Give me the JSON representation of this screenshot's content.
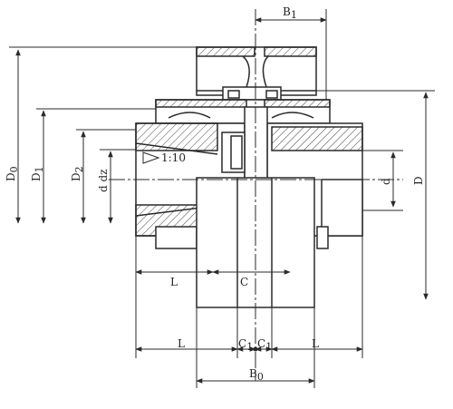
{
  "colors": {
    "line": "#2a2a2a",
    "paper": "#ffffff",
    "hatch": "#444444"
  },
  "labels": {
    "B1": "B",
    "B1_sub": "1",
    "D0": "D",
    "D0_sub": "0",
    "D1": "D",
    "D1_sub": "1",
    "D2": "D",
    "D2_sub": "2",
    "d_dz": "d dz",
    "d": "d",
    "D": "D",
    "taper": "1:10",
    "L_left": "L",
    "C_mid": "C",
    "L_bottom_left": "L",
    "C1_left": "C",
    "C1_left_sub": "1",
    "C1_right": "C",
    "C1_right_sub": "1",
    "L_bottom_right": "L",
    "B0": "B",
    "B0_sub": "0"
  }
}
